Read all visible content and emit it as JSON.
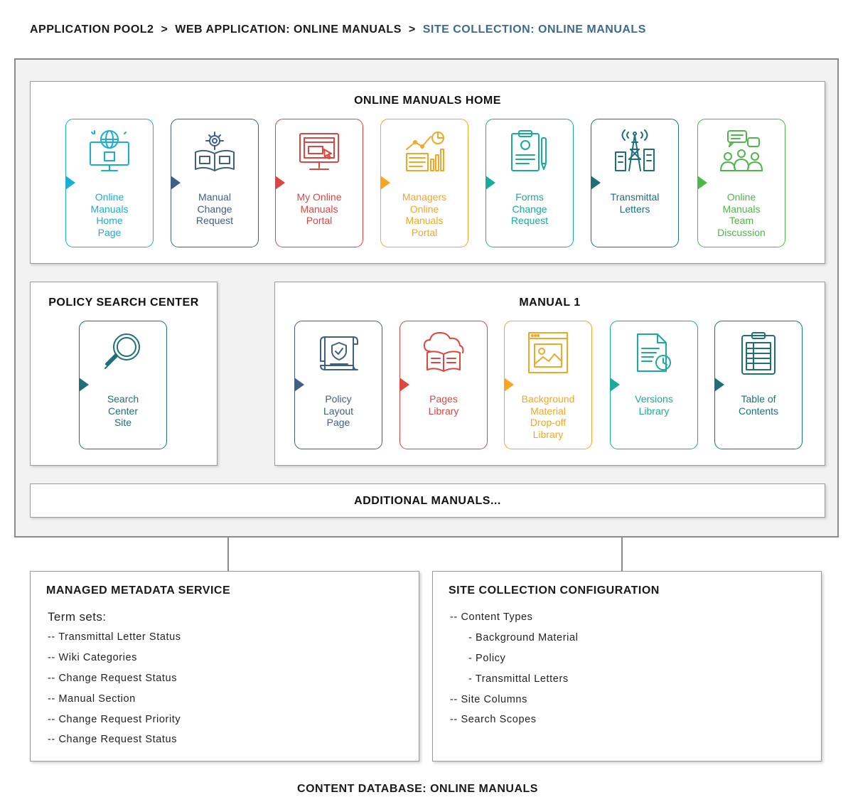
{
  "breadcrumb": {
    "app_pool": "APPLICATION POOL2",
    "separator": ">",
    "web_app": "WEB APPLICATION: ONLINE MANUALS",
    "site_collection": "SITE COLLECTION: ONLINE MANUALS"
  },
  "colors": {
    "cyan": "#1aaed2",
    "navy": "#3f5f86",
    "red": "#e0443f",
    "orange": "#f5a623",
    "teal": "#1bab9c",
    "dark_teal": "#1f6f78",
    "green": "#4db849",
    "breadcrumb_accent": "#3d6b8c"
  },
  "home": {
    "title": "ONLINE MANUALS HOME",
    "cards": [
      {
        "label": "Online\nManuals\nHome\nPage",
        "icon": "globe-monitor-icon",
        "color": "#1aaed2"
      },
      {
        "label": "Manual\nChange\nRequest",
        "icon": "gear-book-icon",
        "color": "#3f5f86"
      },
      {
        "label": "My Online\nManuals\nPortal",
        "icon": "monitor-portal-icon",
        "color": "#e0443f"
      },
      {
        "label": "Managers\nOnline\nManuals\nPortal",
        "icon": "analytics-chart-icon",
        "color": "#f5a623"
      },
      {
        "label": "Forms\nChange\nRequest",
        "icon": "clipboard-form-icon",
        "color": "#1bab9c"
      },
      {
        "label": "Transmittal\nLetters",
        "icon": "transmission-tower-icon",
        "color": "#1f6f78"
      },
      {
        "label": "Online\nManuals\nTeam\nDiscussion",
        "icon": "team-chat-icon",
        "color": "#4db849"
      }
    ]
  },
  "policy_search": {
    "title": "POLICY SEARCH CENTER",
    "card": {
      "label": "Search\nCenter\nSite",
      "icon": "magnifier-icon",
      "color": "#1f6f78"
    }
  },
  "manual1": {
    "title": "MANUAL 1",
    "cards": [
      {
        "label": "Policy\nLayout\nPage",
        "icon": "scroll-shield-icon",
        "color": "#3f5f86"
      },
      {
        "label": "Pages\nLibrary",
        "icon": "cloud-book-icon",
        "color": "#e0443f"
      },
      {
        "label": "Background\nMaterial\nDrop-off\nLibrary",
        "icon": "browser-image-icon",
        "color": "#f5a623"
      },
      {
        "label": "Versions\nLibrary",
        "icon": "document-clock-icon",
        "color": "#1bab9c"
      },
      {
        "label": "Table of\nContents",
        "icon": "clipboard-table-icon",
        "color": "#1f6f78"
      }
    ]
  },
  "additional": {
    "title": "ADDITIONAL MANUALS..."
  },
  "metadata": {
    "title": "MANAGED METADATA SERVICE",
    "subtitle": "Term sets:",
    "items": [
      "-- Transmittal Letter Status",
      "-- Wiki Categories",
      "-- Change Request Status",
      "-- Manual Section",
      "-- Change Request Priority",
      "-- Change Request Status"
    ]
  },
  "config": {
    "title": "SITE COLLECTION CONFIGURATION",
    "items": [
      {
        "text": "-- Content Types",
        "level": 0
      },
      {
        "text": "- Background Material",
        "level": 1
      },
      {
        "text": "- Policy",
        "level": 1
      },
      {
        "text": "- Transmittal Letters",
        "level": 1
      },
      {
        "text": "-- Site Columns",
        "level": 0
      },
      {
        "text": "-- Search Scopes",
        "level": 0
      }
    ]
  },
  "footer": {
    "title": "CONTENT DATABASE: ONLINE MANUALS"
  }
}
